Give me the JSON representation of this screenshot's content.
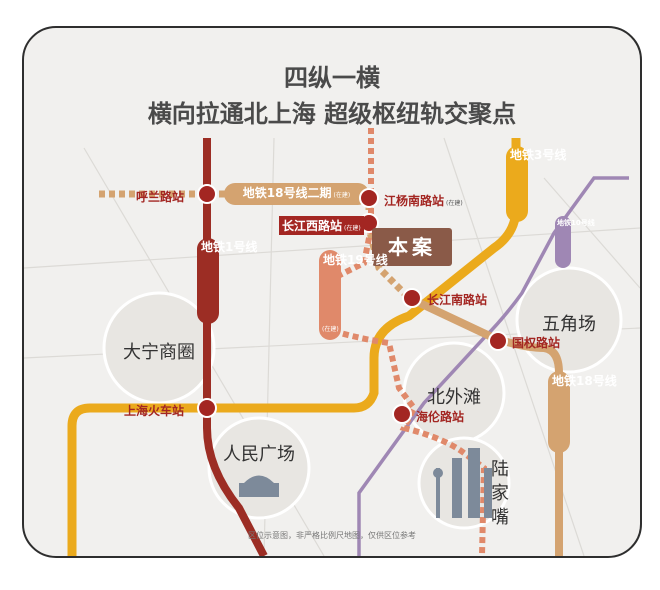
{
  "title": {
    "line1": "四纵一横",
    "line2": "横向拉通北上海  超级枢纽轨交聚点"
  },
  "project_label": "本案",
  "lines": {
    "line18_phase2": "地铁18号线二期",
    "line18_phase2_note": "(在建)",
    "line1": "地铁1号线",
    "line19": "地铁19号线",
    "line19_note": "(在建)",
    "line3": "地铁3号线",
    "line10": "地铁10号线",
    "line18": "地铁18号线"
  },
  "stations": {
    "hulan": "呼兰路站",
    "jiangyangnan": "江杨南路站",
    "jiangyangnan_note": "(在建)",
    "changjiangxi": "长江西路站",
    "changjiangxi_note": "(在建)",
    "changjiangnan": "长江南路站",
    "guoquan": "国权路站",
    "shanghai_railway": "上海火车站",
    "hailun": "海伦路站"
  },
  "areas": {
    "daning": "大宁商圈",
    "wujiaochang": "五角场",
    "beiwaitan": "北外滩",
    "renmin": "人民广场",
    "lujiazui": "陆家嘴"
  },
  "footnote": "区位示意图，非严格比例尺地图，仅供区位参考",
  "colors": {
    "line1": "#9c2d24",
    "line3": "#ebaa1c",
    "line10": "#9f87b4",
    "line18": "#d4a370",
    "line19": "#e0896a",
    "station": "#a32622"
  }
}
